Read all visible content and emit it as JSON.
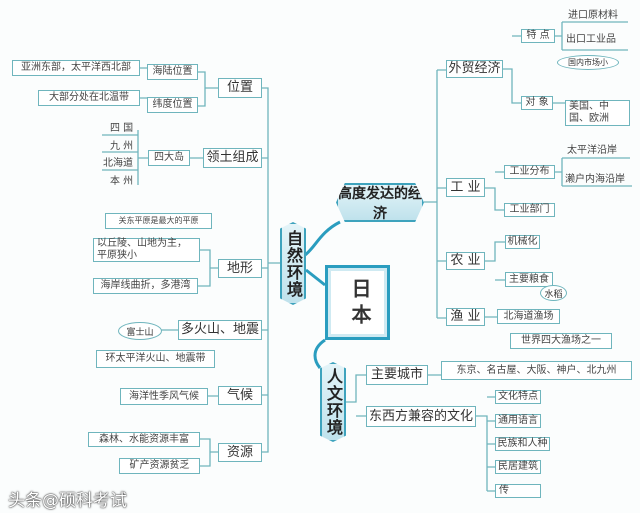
{
  "center": "日本",
  "nature": {
    "title": "自然环境",
    "location": {
      "label": "位置",
      "sea_land": "海陆位置",
      "sea_land_desc": "亚洲东部，太平洋西北部",
      "latitude": "纬度位置",
      "latitude_desc": "大部分处在北温带"
    },
    "territory": {
      "label": "领土组成",
      "islands": "四大岛",
      "items": [
        "四 国",
        "九 州",
        "北海道",
        "本 州"
      ]
    },
    "terrain": {
      "label": "地形",
      "note": "关东平原是最大的平原",
      "main": "以丘陵、山地为主，平原狭小",
      "coast": "海岸线曲折，多港湾"
    },
    "volcano": {
      "label": "多火山、地震",
      "fuji": "富士山",
      "belt": "环太平洋火山、地震带"
    },
    "climate": {
      "label": "气候",
      "desc": "海洋性季风气候"
    },
    "resources": {
      "label": "资源",
      "rich": "森林、水能资源丰富",
      "poor": "矿产资源贫乏"
    }
  },
  "economy": {
    "title": "高度发达的经济",
    "trade": {
      "label": "外贸经济",
      "feature": "特 点",
      "import": "进口原材料",
      "export": "出口工业品",
      "reason": "国内市场小",
      "partner_label": "对 象",
      "partners": "美国、中国、欧洲"
    },
    "industry": {
      "label": "工 业",
      "dist": "工业分布",
      "pacific": "太平洋沿岸",
      "seto": "濑户内海沿岸",
      "sectors": "工业部门"
    },
    "agri": {
      "label": "农 业",
      "mech": "机械化",
      "grain": "主要粮食",
      "rice": "水稻"
    },
    "fish": {
      "label": "渔 业",
      "ground": "北海道渔场",
      "note": "世界四大渔场之一"
    }
  },
  "human": {
    "title": "人文环境",
    "cities": {
      "label": "主要城市",
      "list": "东京、名古屋、大阪、神户、北九州"
    },
    "culture": {
      "label": "东西方兼容的文化",
      "items": [
        "文化特点",
        "通用语言",
        "民族和人种",
        "民居建筑",
        "传"
      ]
    }
  },
  "watermark": "头条@硕科考试"
}
